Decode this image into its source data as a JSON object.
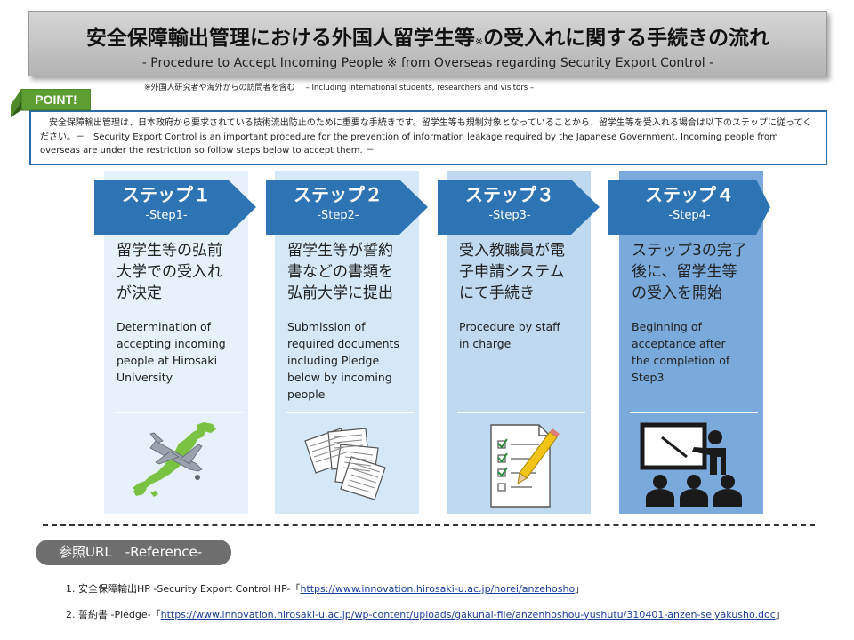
{
  "title": {
    "main_pre": "安全保障輸出管理における外国人留学生等",
    "main_mark": "※",
    "main_post": "の受入れに関する手続きの流れ",
    "subtitle": "- Procedure to Accept Incoming People ※ from Overseas regarding Security Export Control -"
  },
  "footnote": {
    "jp": "※外国人研究者や海外からの訪問者を含む",
    "en": "– Including international students, researchers and visitors –"
  },
  "point": {
    "label": "POINT!",
    "text": "　安全保障輸出管理は、日本政府から要求されている技術流出防止のために重要な手続きです。留学生等も規制対象となっていることから、留学生等を受入れる場合は以下のステップに従ってください。－　Security Export Control is an important procedure for the prevention of information leakage required by the Japanese Government.  Incoming people from overseas are under the restriction so follow steps below to accept them. －"
  },
  "steps": [
    {
      "title_jp": "ステップ１",
      "title_en": "-Step1-",
      "desc_jp": [
        "留学生等の弘前",
        "大学での受入れ",
        "が決定"
      ],
      "desc_en": [
        "Determination of",
        "accepting incoming",
        "people at Hirosaki",
        "University"
      ],
      "icon": "airplane-japan-map-icon"
    },
    {
      "title_jp": "ステップ２",
      "title_en": "-Step2-",
      "desc_jp": [
        "留学生等が誓約",
        "書などの書類を",
        "弘前大学に提出"
      ],
      "desc_en": [
        "Submission of",
        "required documents",
        "including Pledge",
        "below by incoming",
        "people"
      ],
      "icon": "documents-icon"
    },
    {
      "title_jp": "ステップ３",
      "title_en": "-Step3-",
      "desc_jp": [
        "受入教職員が電",
        "子申請システム",
        "にて手続き"
      ],
      "desc_en": [
        "Procedure  by staff",
        "in charge"
      ],
      "icon": "checklist-pencil-icon"
    },
    {
      "title_jp": "ステップ４",
      "title_en": "-Step4-",
      "desc_jp": [
        "ステップ3の完了",
        "後に、留学生等",
        "の受入を開始"
      ],
      "desc_en": [
        "Beginning of",
        "acceptance after",
        "the completion  of",
        "Step3"
      ],
      "icon": "presentation-audience-icon"
    }
  ],
  "colors": {
    "col_bg": [
      "#e6f1fb",
      "#d5e8f7",
      "#bfd9f0",
      "#7aa9dc"
    ],
    "arrow": "#2e74b5"
  },
  "reference": {
    "label": "参照URL　-Reference-",
    "items": [
      {
        "prefix": "1. 安全保障輸出HP -Security Export Control  HP-「",
        "url": "https://www.innovation.hirosaki-u.ac.jp/horei/anzehosho",
        "suffix": "」"
      },
      {
        "prefix": "2. 誓約書 -Pledge-「",
        "url": "https://www.innovation.hirosaki-u.ac.jp/wp-content/uploads/gakunai-file/anzenhoshou-yushutu/310401-anzen-seiyakusho.doc",
        "suffix": "」"
      }
    ]
  }
}
